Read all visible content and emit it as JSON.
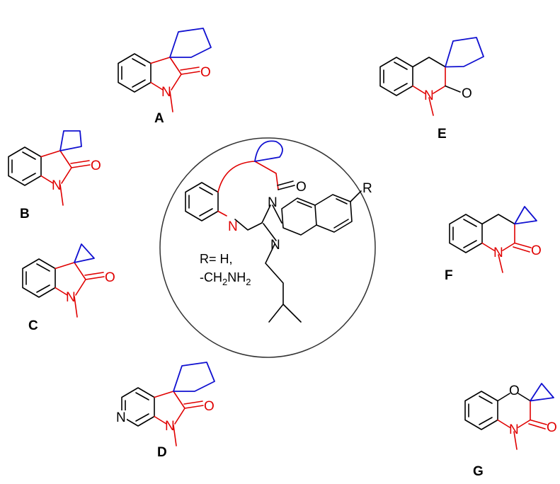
{
  "labels": {
    "A": "A",
    "B": "B",
    "C": "C",
    "D": "D",
    "E": "E",
    "F": "F",
    "G": "G"
  },
  "atoms": {
    "O": "O",
    "N": "N",
    "R": "R"
  },
  "central": {
    "r_line1": "R= H,",
    "r_line2_prefix": "-CH",
    "r_sub1": "2",
    "r_mid": "NH",
    "r_sub2": "2"
  },
  "colors": {
    "core": "#e00000",
    "spiro_ring": "#1010d0",
    "bonds": "#000000"
  }
}
